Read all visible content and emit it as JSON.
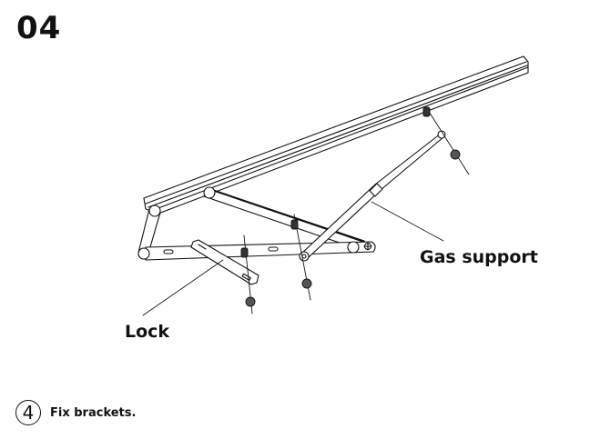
{
  "page": {
    "step_number": "04"
  },
  "diagram": {
    "labels": {
      "lock": "Lock",
      "gas_support": "Gas support"
    }
  },
  "instruction": {
    "number": "4",
    "text": "Fix brackets."
  }
}
